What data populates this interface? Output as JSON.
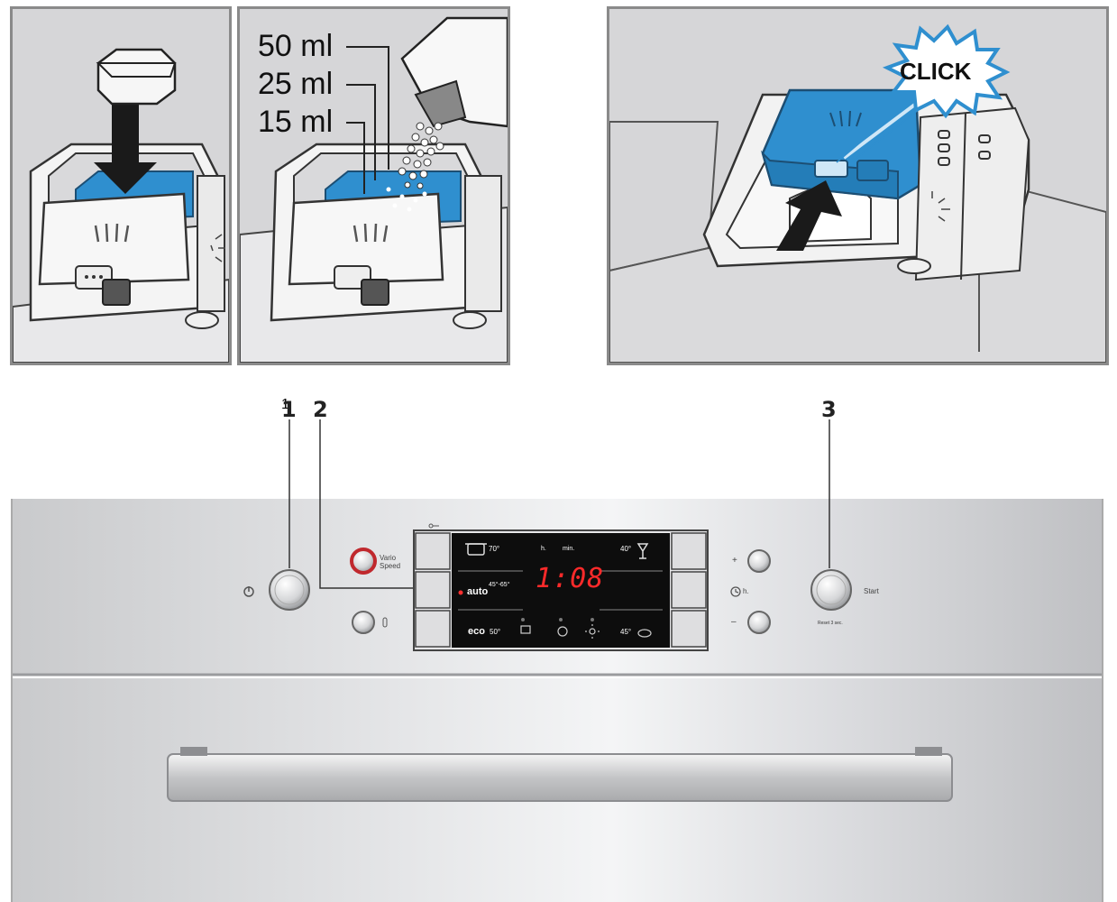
{
  "step2": {
    "volume_labels": [
      "50 ml",
      "25 ml",
      "15 ml"
    ]
  },
  "step3": {
    "click_label": "CLICK"
  },
  "control_panel": {
    "callouts": [
      "1",
      "2",
      "3"
    ],
    "vario_speed": "Vario\nSpeed",
    "start_label": "Start",
    "reset_label": "Reset 3 sec.",
    "plus_label": "+",
    "minus_label": "–",
    "timer_label": "h.",
    "display": {
      "time": "1:08",
      "unit_h": "h.",
      "unit_min": "min.",
      "intensive_temp": "70°",
      "auto_label": "auto",
      "auto_temp": "45°-65°",
      "eco_label": "eco",
      "eco_temp": "50°",
      "glass_temp": "40°",
      "prerinse_temp": "45°"
    }
  }
}
